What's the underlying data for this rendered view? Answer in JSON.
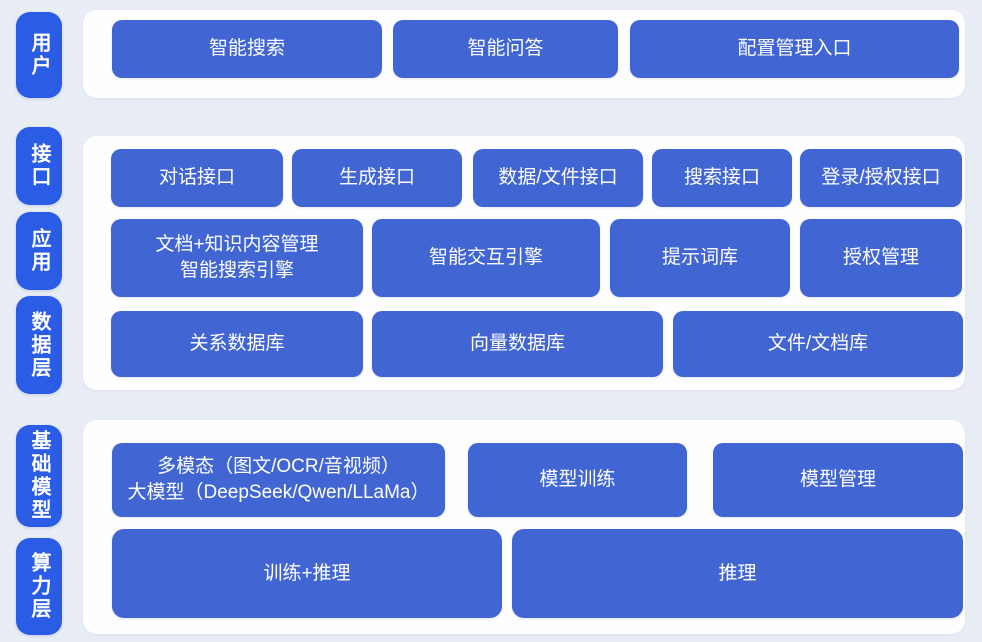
{
  "palette": {
    "block_blue": "#4166d4",
    "rail_blue": "#2b5ce5",
    "panel_white": "#fefefe",
    "background": "#e9edf5",
    "text_white": "#ffffff"
  },
  "rail": [
    {
      "label": "用户"
    },
    {
      "label": "接口"
    },
    {
      "label": "应用"
    },
    {
      "label": "数据层"
    },
    {
      "label": "基础模型"
    },
    {
      "label": "算力层"
    }
  ],
  "sections": {
    "user": {
      "buttons": [
        {
          "label": "智能搜索"
        },
        {
          "label": "智能问答"
        },
        {
          "label": "配置管理入口"
        }
      ]
    },
    "interface": {
      "buttons": [
        {
          "label": "对话接口"
        },
        {
          "label": "生成接口"
        },
        {
          "label": "数据/文件接口"
        },
        {
          "label": "搜索接口"
        },
        {
          "label": "登录/授权接口"
        }
      ]
    },
    "application": {
      "buttons": [
        {
          "line1": "文档+知识内容管理",
          "line2": "智能搜索引擎"
        },
        {
          "label": "智能交互引擎"
        },
        {
          "label": "提示词库"
        },
        {
          "label": "授权管理"
        }
      ]
    },
    "data_layer": {
      "buttons": [
        {
          "label": "关系数据库"
        },
        {
          "label": "向量数据库"
        },
        {
          "label": "文件/文档库"
        }
      ]
    },
    "foundation_model": {
      "buttons": [
        {
          "line1": "多模态（图文/OCR/音视频）",
          "line2": "大模型（DeepSeek/Qwen/LLaMa）"
        },
        {
          "label": "模型训练"
        },
        {
          "label": "模型管理"
        }
      ]
    },
    "compute_layer": {
      "buttons": [
        {
          "label": "训练+推理"
        },
        {
          "label": "推理"
        }
      ]
    }
  }
}
